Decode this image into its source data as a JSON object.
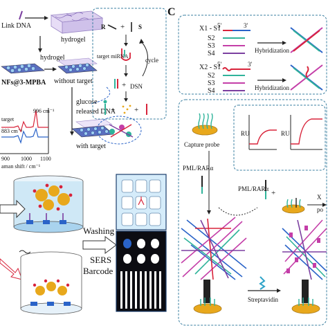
{
  "panel_letter": "C",
  "top_left": {
    "link_dna": "Link DNA",
    "hydrogel_top": "hydrogel",
    "hydrogel_mid": "hydrogel",
    "nfs_mpba": "NFs@3-MPBA",
    "without_target": "without target",
    "with_target": "with target",
    "glucose": "glucose",
    "released_dna": "released DNA",
    "peak_996": "996 cm⁻¹",
    "peak_883": "883 cm⁻¹",
    "target_label": "target",
    "raman_axis": "aman shift / cm⁻¹",
    "ticks": [
      "900",
      "1000",
      "1100"
    ]
  },
  "cycle_box": {
    "r_label": "R",
    "s_label": "S",
    "target_mirna": "target miRNA",
    "cycle": "cycle",
    "dsn": "DSN"
  },
  "bottom_left": {
    "washing": "Washing",
    "sers_barcode_1": "SERS",
    "sers_barcode_2": "Barcode"
  },
  "right_top": {
    "row1": {
      "label": "X1 - S1",
      "five": "5'",
      "three": "3'",
      "strands": [
        "S2",
        "S3",
        "S4"
      ],
      "arrow": "Hybridization"
    },
    "row2": {
      "label": "X2 - S1",
      "five": "5'",
      "three": "3'",
      "strands": [
        "S2",
        "S3",
        "S4"
      ],
      "arrow": "Hybridization"
    }
  },
  "right_bottom": {
    "capture_probe": "Capture probe",
    "pml1": "PML/RARα",
    "pml2": "PML/RARα",
    "ru1": "RU",
    "ru2": "RU",
    "x_cut": "X",
    "po_cut": "po",
    "streptavidin": "Streptavidin"
  },
  "colors": {
    "box_border": "#3a7fa0",
    "gold": "#e8a81c",
    "teal": "#2fb39a",
    "purple": "#7b3fa0",
    "red": "#d8233a",
    "blue": "#2a63c8",
    "magenta": "#c43ea8"
  }
}
